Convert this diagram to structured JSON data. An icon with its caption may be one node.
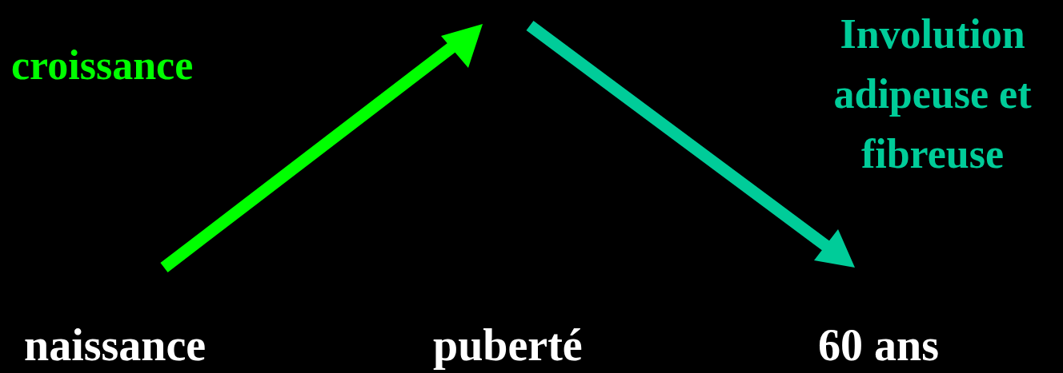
{
  "diagram": {
    "labels": [
      "croissance",
      "Involution adipeuse et fibreuse",
      "naissance",
      "puberté",
      "60 ans"
    ]
  }
}
